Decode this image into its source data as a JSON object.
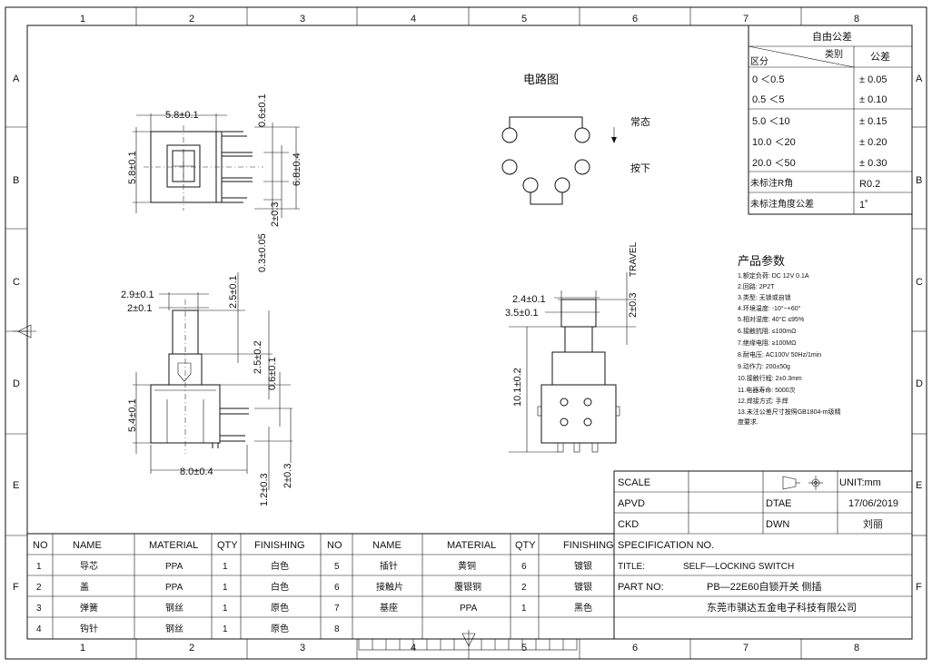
{
  "frame": {
    "top_numbers": [
      "1",
      "2",
      "3",
      "4",
      "5",
      "6",
      "7",
      "8"
    ],
    "bottom_numbers": [
      "1",
      "2",
      "3",
      "4",
      "5",
      "6",
      "7",
      "8"
    ],
    "left_letters": [
      "A",
      "B",
      "C",
      "D",
      "E",
      "F"
    ],
    "right_letters": [
      "A",
      "B",
      "C",
      "D",
      "E",
      "F"
    ]
  },
  "dimensions": {
    "top_view": [
      "5.8±0.1",
      "5.8±0.1",
      "0.6±0.1",
      "6.8±0.4",
      "2±0.3",
      "0.3±0.05"
    ],
    "front_view": [
      "2.9±0.1",
      "2±0.1",
      "2.5±0.1",
      "2.5±0.2",
      "0.6±0.1",
      "5.4±0.1",
      "8.0±0.4",
      "1.2±0.3",
      "2±0.3"
    ],
    "side_view": [
      "2.4±0.1",
      "3.5±0.1",
      "2±0.3",
      "TRAVEL",
      "10.1±0.2"
    ]
  },
  "circuit": {
    "title": "电路图",
    "normal_label": "常态",
    "pressed_label": "按下"
  },
  "tolerance_table": {
    "title": "自由公差",
    "col_type": "类别",
    "col_zone": "区分",
    "col_tol": "公差",
    "rows": [
      {
        "range": "0    ＜0.5",
        "tol": "± 0.05"
      },
      {
        "range": "0.5    ＜5",
        "tol": "± 0.10"
      },
      {
        "range": "5.0    ＜10",
        "tol": "± 0.15"
      },
      {
        "range": "10.0   ＜20",
        "tol": "± 0.20"
      },
      {
        "range": "20.0   ＜50",
        "tol": "± 0.30"
      },
      {
        "range": "未标注R角",
        "tol": "R0.2"
      },
      {
        "range": "未标注角度公差",
        "tol": "1˚"
      }
    ]
  },
  "product_params": {
    "title": "产品参数",
    "items": [
      "1.额定负荷:  DC 12V 0.1A",
      "2.回路:      2P2T",
      "3.类型:      无锁或自锁",
      "4.环境温度:  -10°~+60°",
      "5.相对湿度:  40°C ≤95%",
      "6.接触抗阻:  ≤100mΩ",
      "7.绝缘电阻:  ≥100MΩ",
      "8.耐电压:    AC100V 50Hz/1min",
      "9.动作力:    200±50g",
      "10.接触行程: 2±0.3mm",
      "11.电器寿命: 5000次",
      "12.焊接方式: 手焊",
      "13.未注公差尺寸按照GB1804-m级精",
      "度要求."
    ]
  },
  "title_block": {
    "scale_label": "SCALE",
    "unit_label": "UNIT:mm",
    "apvd_label": "APVD",
    "date_label": "DTAE",
    "date_value": "17/06/2019",
    "ckd_label": "CKD",
    "dwn_label": "DWN",
    "dwn_value": "刘丽",
    "spec_label": "SPECIFICATION NO.",
    "title_label": "TITLE:",
    "title_value": "SELF—LOCKING SWITCH",
    "part_label": "PART NO:",
    "part_value": "PB—22E60自锁开关 侧插",
    "company": "东莞市骐达五金电子科技有限公司"
  },
  "bom": {
    "headers": [
      "NO",
      "NAME",
      "MATERIAL",
      "QTY",
      "FINISHING"
    ],
    "rows_left": [
      [
        "1",
        "导芯",
        "PPA",
        "1",
        "白色"
      ],
      [
        "2",
        "盖",
        "PPA",
        "1",
        "白色"
      ],
      [
        "3",
        "弹簧",
        "钢丝",
        "1",
        "原色"
      ],
      [
        "4",
        "钩针",
        "钢丝",
        "1",
        "原色"
      ]
    ],
    "rows_right": [
      [
        "5",
        "插针",
        "黄铜",
        "6",
        "镀银"
      ],
      [
        "6",
        "接触片",
        "覆银铜",
        "2",
        "镀银"
      ],
      [
        "7",
        "基座",
        "PPA",
        "1",
        "黑色"
      ],
      [
        "8",
        "",
        "",
        "",
        ""
      ]
    ]
  }
}
